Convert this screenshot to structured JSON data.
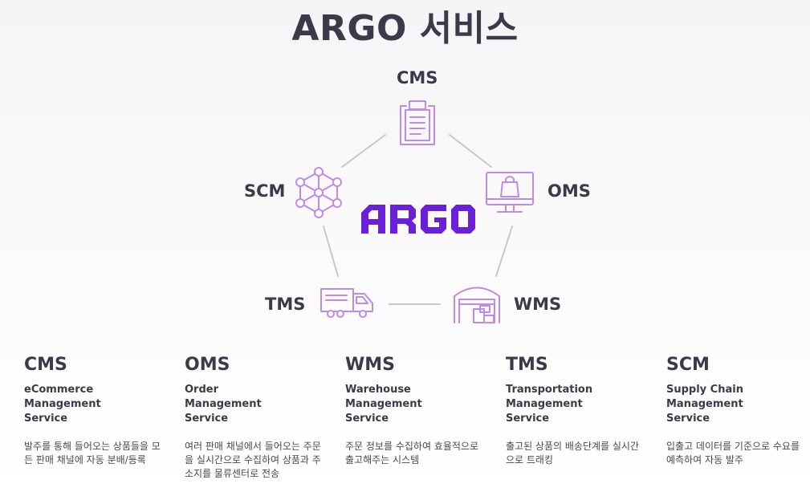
{
  "title": "ARGO 서비스",
  "logo_text": "ARGO",
  "colors": {
    "accent": "#6a1fd8",
    "icon": "#c08ae8",
    "connector": "#c8c8c8",
    "text": "#3d3948"
  },
  "nodes": {
    "cms": {
      "label": "CMS",
      "icon": "clipboard-icon"
    },
    "oms": {
      "label": "OMS",
      "icon": "monitor-shopping-bag-icon"
    },
    "wms": {
      "label": "WMS",
      "icon": "warehouse-icon"
    },
    "tms": {
      "label": "TMS",
      "icon": "delivery-truck-icon"
    },
    "scm": {
      "label": "SCM",
      "icon": "network-icon"
    }
  },
  "services": [
    {
      "code": "CMS",
      "full": [
        "eCommerce",
        "Management",
        "Service"
      ],
      "desc": "발주를 통해 들어오는 상품들을 모든 판매 채널에 자동 분배/등록"
    },
    {
      "code": "OMS",
      "full": [
        "Order",
        "Management",
        "Service"
      ],
      "desc": "여러 판매 채널에서 들어오는 주문을 실시간으로 수집하여 상품과 주소지를 물류센터로 전송"
    },
    {
      "code": "WMS",
      "full": [
        "Warehouse",
        "Management",
        "Service"
      ],
      "desc": "주문 정보를 수집하여 효율적으로 출고해주는 시스템"
    },
    {
      "code": "TMS",
      "full": [
        "Transportation",
        "Management",
        "Service"
      ],
      "desc": "출고된 상품의 배송단계를 실시간으로 트래킹"
    },
    {
      "code": "SCM",
      "full": [
        "Supply Chain",
        "Management",
        "Service"
      ],
      "desc": "입출고 데이터를 기준으로 수요를 예측하여 자동 발주"
    }
  ]
}
